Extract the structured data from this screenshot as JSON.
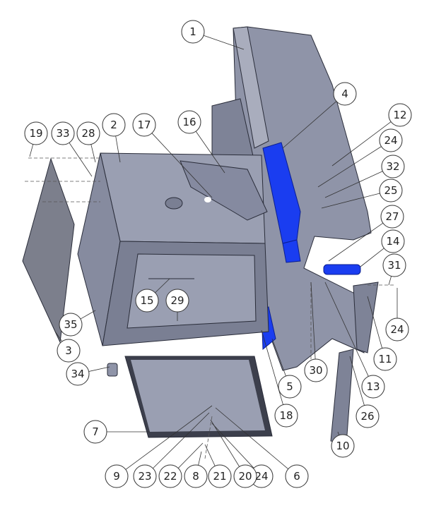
{
  "diagram": {
    "type": "exploded-assembly",
    "colors": {
      "part": "#8f94a8",
      "part_dark": "#6f7489",
      "part_light": "#a9adbd",
      "highlight": "#1a3df0"
    },
    "balloons": [
      "1",
      "4",
      "12",
      "24",
      "32",
      "25",
      "27",
      "14",
      "31",
      "24",
      "11",
      "13",
      "26",
      "10",
      "5",
      "30",
      "18",
      "6",
      "24",
      "20",
      "21",
      "8",
      "22",
      "23",
      "9",
      "7",
      "34",
      "3",
      "35",
      "15",
      "29",
      "2",
      "17",
      "16",
      "19",
      "33",
      "28"
    ]
  }
}
